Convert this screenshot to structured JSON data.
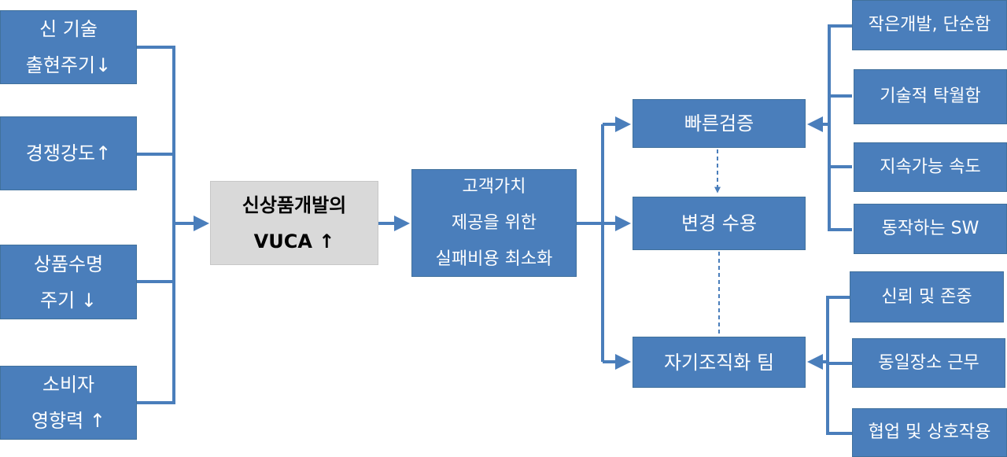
{
  "drivers": [
    {
      "lines": [
        "신 기술",
        "출현주기↓"
      ]
    },
    {
      "lines": [
        "경쟁강도↑"
      ]
    },
    {
      "lines": [
        "상품수명",
        "주기 ↓"
      ]
    },
    {
      "lines": [
        "소비자",
        "영향력 ↑"
      ]
    }
  ],
  "center": {
    "lines": [
      "신상품개발의",
      "VUCA ↑"
    ]
  },
  "value": {
    "lines": [
      "고객가치",
      "제공을 위한",
      "실패비용 최소화"
    ]
  },
  "practices": [
    {
      "label": "빠른검증"
    },
    {
      "label": "변경 수용"
    },
    {
      "label": "자기조직화 팀"
    }
  ],
  "top_factors": [
    "작은개발, 단순함",
    "기술적 탁월함",
    "지속가능 속도",
    "동작하는 SW"
  ],
  "bottom_factors": [
    "신뢰 및 존중",
    "동일장소 근무",
    "협업 및 상호작용"
  ],
  "colors": {
    "box": "#4a7ebb",
    "center_box": "#d9d9d9",
    "line": "#4a7ebb"
  }
}
